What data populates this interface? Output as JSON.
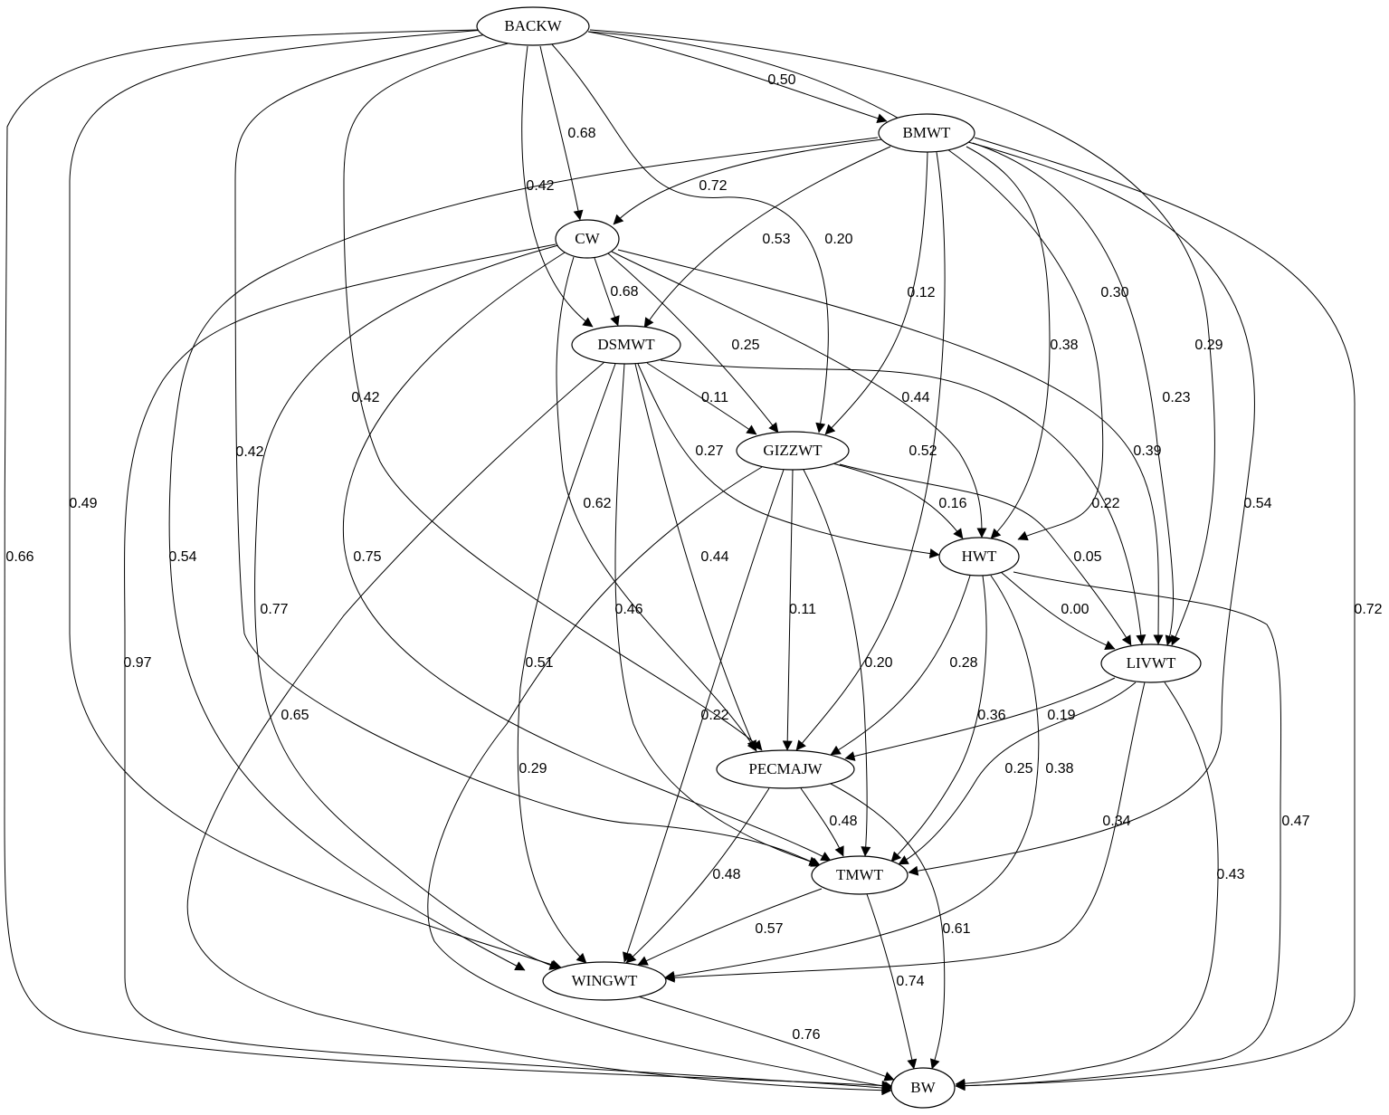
{
  "nodes": [
    {
      "id": "BACKW",
      "label": "BACKW"
    },
    {
      "id": "BMWT",
      "label": "BMWT"
    },
    {
      "id": "CW",
      "label": "CW"
    },
    {
      "id": "DSMWT",
      "label": "DSMWT"
    },
    {
      "id": "GIZZWT",
      "label": "GIZZWT"
    },
    {
      "id": "HWT",
      "label": "HWT"
    },
    {
      "id": "LIVWT",
      "label": "LIVWT"
    },
    {
      "id": "PECMAJW",
      "label": "PECMAJW"
    },
    {
      "id": "TMWT",
      "label": "TMWT"
    },
    {
      "id": "WINGWT",
      "label": "WINGWT"
    },
    {
      "id": "BW",
      "label": "BW"
    }
  ],
  "edges": [
    {
      "from": "BACKW",
      "to": "BMWT",
      "label": "0.50"
    },
    {
      "from": "BACKW",
      "to": "CW",
      "label": "0.68"
    },
    {
      "from": "BACKW",
      "to": "DSMWT",
      "label": "0.42"
    },
    {
      "from": "BACKW",
      "to": "GIZZWT",
      "label": "0.20"
    },
    {
      "from": "BACKW",
      "to": "HWT",
      "label": "0.30"
    },
    {
      "from": "BACKW",
      "to": "LIVWT",
      "label": "0.29"
    },
    {
      "from": "BACKW",
      "to": "PECMAJW",
      "label": "0.42"
    },
    {
      "from": "BACKW",
      "to": "TMWT",
      "label": "0.42"
    },
    {
      "from": "BACKW",
      "to": "WINGWT",
      "label": "0.49"
    },
    {
      "from": "BACKW",
      "to": "BW",
      "label": "0.66"
    },
    {
      "from": "BMWT",
      "to": "CW",
      "label": "0.72"
    },
    {
      "from": "BMWT",
      "to": "DSMWT",
      "label": "0.53"
    },
    {
      "from": "BMWT",
      "to": "GIZZWT",
      "label": "0.12"
    },
    {
      "from": "BMWT",
      "to": "HWT",
      "label": "0.38"
    },
    {
      "from": "BMWT",
      "to": "LIVWT",
      "label": "0.23"
    },
    {
      "from": "BMWT",
      "to": "PECMAJW",
      "label": "0.52"
    },
    {
      "from": "BMWT",
      "to": "TMWT",
      "label": "0.54"
    },
    {
      "from": "BMWT",
      "to": "WINGWT",
      "label": "0.54"
    },
    {
      "from": "BMWT",
      "to": "BW",
      "label": "0.72"
    },
    {
      "from": "CW",
      "to": "DSMWT",
      "label": "0.68"
    },
    {
      "from": "CW",
      "to": "GIZZWT",
      "label": "0.25"
    },
    {
      "from": "CW",
      "to": "HWT",
      "label": "0.44"
    },
    {
      "from": "CW",
      "to": "LIVWT",
      "label": "0.39"
    },
    {
      "from": "CW",
      "to": "PECMAJW",
      "label": "0.62"
    },
    {
      "from": "CW",
      "to": "TMWT",
      "label": "0.75"
    },
    {
      "from": "CW",
      "to": "WINGWT",
      "label": "0.77"
    },
    {
      "from": "CW",
      "to": "BW",
      "label": "0.97"
    },
    {
      "from": "DSMWT",
      "to": "GIZZWT",
      "label": "0.11"
    },
    {
      "from": "DSMWT",
      "to": "HWT",
      "label": "0.27"
    },
    {
      "from": "DSMWT",
      "to": "LIVWT",
      "label": "0.22"
    },
    {
      "from": "DSMWT",
      "to": "PECMAJW",
      "label": "0.44"
    },
    {
      "from": "DSMWT",
      "to": "TMWT",
      "label": "0.46"
    },
    {
      "from": "DSMWT",
      "to": "WINGWT",
      "label": "0.51"
    },
    {
      "from": "DSMWT",
      "to": "BW",
      "label": "0.65"
    },
    {
      "from": "GIZZWT",
      "to": "HWT",
      "label": "0.16"
    },
    {
      "from": "GIZZWT",
      "to": "LIVWT",
      "label": "0.05"
    },
    {
      "from": "GIZZWT",
      "to": "PECMAJW",
      "label": "0.11"
    },
    {
      "from": "GIZZWT",
      "to": "TMWT",
      "label": "0.20"
    },
    {
      "from": "GIZZWT",
      "to": "WINGWT",
      "label": "0.22"
    },
    {
      "from": "GIZZWT",
      "to": "BW",
      "label": "0.29"
    },
    {
      "from": "HWT",
      "to": "LIVWT",
      "label": "0.00"
    },
    {
      "from": "HWT",
      "to": "PECMAJW",
      "label": "0.28"
    },
    {
      "from": "HWT",
      "to": "TMWT",
      "label": "0.36"
    },
    {
      "from": "HWT",
      "to": "WINGWT",
      "label": "0.38"
    },
    {
      "from": "HWT",
      "to": "BW",
      "label": "0.47"
    },
    {
      "from": "LIVWT",
      "to": "PECMAJW",
      "label": "0.19"
    },
    {
      "from": "LIVWT",
      "to": "TMWT",
      "label": "0.25"
    },
    {
      "from": "LIVWT",
      "to": "WINGWT",
      "label": "0.34"
    },
    {
      "from": "LIVWT",
      "to": "BW",
      "label": "0.43"
    },
    {
      "from": "PECMAJW",
      "to": "TMWT",
      "label": "0.48"
    },
    {
      "from": "PECMAJW",
      "to": "WINGWT",
      "label": "0.48"
    },
    {
      "from": "PECMAJW",
      "to": "BW",
      "label": "0.61"
    },
    {
      "from": "TMWT",
      "to": "WINGWT",
      "label": "0.57"
    },
    {
      "from": "TMWT",
      "to": "BW",
      "label": "0.74"
    },
    {
      "from": "WINGWT",
      "to": "BW",
      "label": "0.76"
    }
  ]
}
